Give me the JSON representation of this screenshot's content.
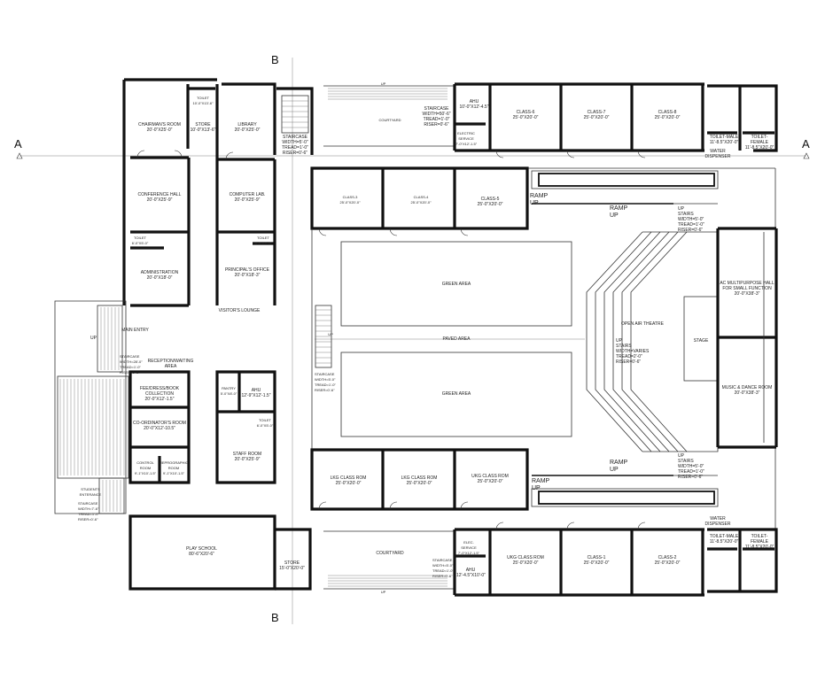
{
  "sections": {
    "a_left": "A",
    "a_right": "A",
    "b_top": "B",
    "b_bottom": "B"
  },
  "rooms": {
    "chairman": "CHAIRMAN'S ROOM\n20'-0\"X25'-0\"",
    "toilet_top_left": "TOILET\n10'-0\"X13'-6\"",
    "store_top": "STORE\n10'-0\"X13'-6\"",
    "library": "LIBRARY\n20'-0\"X25'-0\"",
    "staircase_top_left": "STAIRCASE\nWIDTH=5'-0\"\nTREAD=1'-0\"\nRISER=0'-6\"",
    "courtyard_top": "COURTYARD",
    "staircase_top": "STAIRCASE\nWIDTH=50'-6\"\nTREAD=1'-0\"\nRISER=0'-6\"",
    "ahu_top": "AHU\n10'-0\"X12'-4.5\"",
    "electric_service_top": "ELECTRIC\nSERVICE\n7'-0\"X12'-1.5\"",
    "class6": "CLASS-6\n25'-0\"X20'-0\"",
    "class7": "CLASS-7\n25'-0\"X20'-0\"",
    "class8": "CLASS-8\n25'-0\"X20'-0\"",
    "toilet_male_top": "TOILET-MALE\n11'-8.5\"X20'-0\"",
    "toilet_female_top": "TOILET-FEMALE\n11'-8.5\"X20'-0\"",
    "water_dispenser_top": "WATER\nDISPENSER",
    "conference": "CONFERENCE HALL\n20'-0\"X25'-9\"",
    "computer_lab": "COMPUTER LAB.\n20'-0\"X25'-9\"",
    "class3": "CLASS-3\n25'-0\"X20'-0\"",
    "class4": "CLASS-4\n25'-0\"X20'-0\"",
    "class5": "CLASS-5\n25'-0\"X20'-0\"",
    "ramp_up_top": "RAMP UP",
    "ramp_up_top2": "RAMP UP",
    "stairs_top_right": "UP\nSTAIRS\nWIDTH=5'-0\"\nTREAD=1'-0\"\nRISER=0'-6\"",
    "toilet_admin": "TOILET\n6'-0\"X5'-0\"",
    "toilet_principal": "TOILET\n6'-0\"X5'-0\"",
    "administration": "ADMINISTRATION\n20'-0\"X18'-0\"",
    "principal": "PRINCIPAL'S OFFICE\n20'-0\"X18'-3\"",
    "green_top": "GREEN AREA",
    "open_air": "OPEN AIR THEATRE",
    "ac_hall": "AC MULTIPURPOSE HALL\nFOR SMALL FUNCTION\n20'-0\"X38'-3\"",
    "visitors_lounge": "VISITOR'S LOUNGE",
    "main_entry": "MAIN ENTRY",
    "up_entry": "UP",
    "staircase_entry": "STAIRCASE\nWIDTH=28'-0\"\nTREAD=1'-0\"\nRISER=0'-6\"",
    "reception": "RECEPTION/WAITING\nAREA",
    "paved": "PAVED AREA",
    "stage": "STAGE",
    "stairs_theatre": "UP\nSTAIRS\nWIDTH=VARIES\nTREAD=2'-0\"\nRISER=0'-6\"",
    "staircase_mid": "STAIRCASE\nWIDTH=5'-0\"\nTREAD=1'-0\"\nRISER=0'-6\"",
    "fee": "FEE/DRESS/BOOK\nCOLLECTION\n20'-0\"X12'-1.5\"",
    "pantry": "PANTRY\n5'-0\"X8'-0\"",
    "ahu_mid": "AHU\n12'-9\"X12'-1.5\"",
    "green_bottom": "GREEN AREA",
    "music": "MUSIC & DANCE ROOM\n20'-0\"X38'-3\"",
    "coordinator": "CO-ORDINATOR'S ROOM\n20'-0\"X12'-10.5\"",
    "toilet_staff": "TOILET\n6'-0\"X5'-0\"",
    "staff": "STAFF ROOM\n20'-0\"X25'-9\"",
    "control": "CONTROL ROOM\n9'-1\"X10'-1.5\"",
    "repro": "REPROGRAPHIC\nROOM\n9'-1\"X10'-1.5\"",
    "lkg1": "LKG CLASS ROM\n25'-0\"X20'-0\"",
    "lkg2": "LKG CLASS ROM\n25'-0\"X20'-0\"",
    "ukg_mid": "UKG CLASS ROM\n25'-0\"X20'-0\"",
    "ramp_up_bottom": "RAMP UP",
    "ramp_up_bottom2": "RAMP UP",
    "stairs_bottom_right": "UP\nSTAIRS\nWIDTH=5'-0\"\nTREAD=1'-0\"\nRISER=0'-6\"",
    "students_entrance": "STUDENTS\nENTERANCE",
    "staircase_students": "STAIRCASE\nWIDTH=7'-6\"\nTREAD=1'-0\"\nRISER=0'-6\"",
    "play_school": "PLAY SCHOOL\n80'-6\"X20'-6\"",
    "store_bottom": "STORE\n15'-0\"X20'-0\"",
    "courtyard_bottom": "COURTYARD",
    "staircase_bottom": "STAIRCASE\nWIDTH=5'-0\"\nTREAD=1'-0\"\nRISER=0'-6\"",
    "electric_service_bottom": "ELEC.\nSERVICE\n7'-0\"X12'-1.5\"",
    "ahu_bottom": "AHU\n12'-4.5\"X10'-0\"",
    "ukg_bottom": "UKG CLASS ROM\n25'-0\"X20'-0\"",
    "class1": "CLASS-1\n25'-0\"X20'-0\"",
    "class2": "CLASS-2\n25'-0\"X20'-0\"",
    "water_dispenser_bottom": "WATER\nDISPENSER",
    "toilet_male_bottom": "TOILET-MALE\n11'-8.5\"X20'-0\"",
    "toilet_female_bottom": "TOILET-FEMALE\n11'-8.5\"X20'-0\"",
    "up_court_top": "UP",
    "up_court_bottom": "UP",
    "up_paved": "UP"
  }
}
